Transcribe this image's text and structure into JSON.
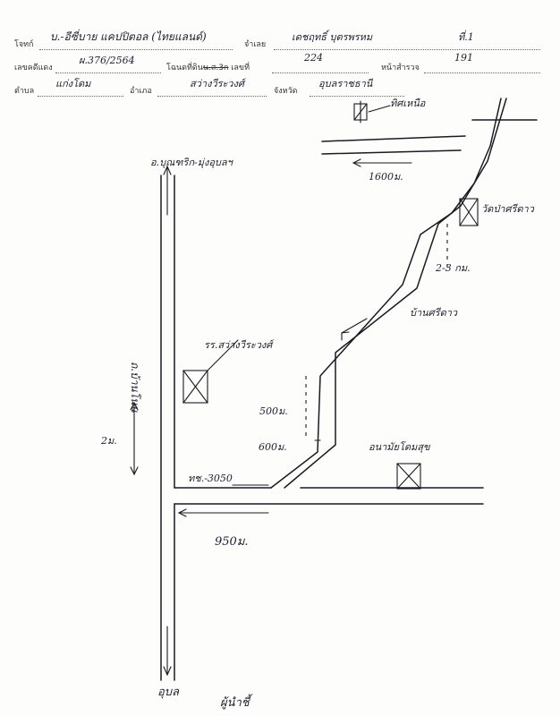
{
  "header": {
    "plaintiff_label": "โจทก์",
    "plaintiff_value": "บ.-อีซี่บาย แคปปิตอล (ไทยแลนด์)",
    "defendant_label": "จำเลย",
    "defendant_value": "เดชฤทธิ์ บุตรพรหม",
    "defendant_extra": "ที่.1",
    "red_case_label": "เลขคดีแดง",
    "red_case_value": "ผ.376/2564",
    "deed_label_pre": "โฉนดที่ดิน",
    "deed_label_struck": "น.ส.3ก",
    "deed_label_post": "เลขที่",
    "deed_value": "224",
    "survey_label": "หน้าสำรวจ",
    "survey_value": "191",
    "subdistrict_label": "ตำบล",
    "subdistrict_value": "แก่งโดม",
    "district_label": "อำเภอ",
    "district_value": "สว่างวีระวงศ์",
    "province_label": "จังหวัด",
    "province_value": "อุบลราชธานี"
  },
  "map": {
    "north_label": "ทิศเหนือ",
    "top_road_label": "อ.บุณฑริก-มุ่งอุบลฯ",
    "dist_1600": "1600ม.",
    "temple_label": "วัดป่าศรีดาว",
    "dist_2_3km": "2-3 กม.",
    "village_label": "บ้านศรีดาว",
    "school_label": "รร.สว่างวีระวงศ์",
    "road_name_vertical": "ถ.บ้านโนน",
    "dist_500": "500ม.",
    "dist_600": "600ม.",
    "left_dist_label": "2ม.",
    "road_code": "ทช.-3050",
    "health_center_label": "อนามัยโดมสุข",
    "dist_950": "950ม.",
    "bottom_label": "อุบล",
    "bottom_signature": "ผู้นำชี้"
  }
}
